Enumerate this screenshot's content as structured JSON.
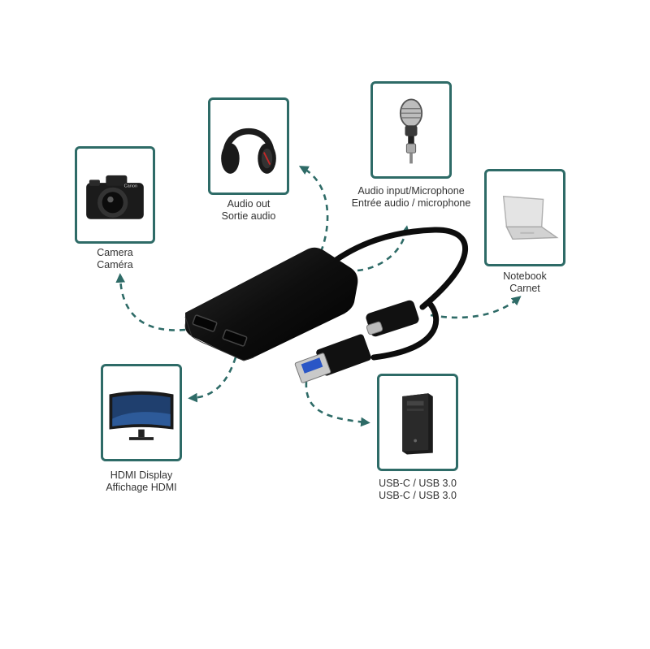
{
  "colors": {
    "accent": "#2e6b67",
    "device": "#111111"
  },
  "items": [
    {
      "id": "camera",
      "icon": "camera-icon",
      "line1": "Camera",
      "line2": "Caméra"
    },
    {
      "id": "audio-out",
      "icon": "headphones-icon",
      "line1": "Audio out",
      "line2": "Sortie audio"
    },
    {
      "id": "microphone",
      "icon": "microphone-icon",
      "line1": "Audio input/Microphone",
      "line2": "Entrée audio / microphone"
    },
    {
      "id": "notebook",
      "icon": "laptop-icon",
      "line1": "Notebook",
      "line2": "Carnet"
    },
    {
      "id": "hdmi-display",
      "icon": "monitor-icon",
      "line1": "HDMI Display",
      "line2": "Affichage HDMI"
    },
    {
      "id": "usb",
      "icon": "pc-tower-icon",
      "line1": "USB-C / USB 3.0",
      "line2": "USB-C / USB 3.0"
    }
  ]
}
